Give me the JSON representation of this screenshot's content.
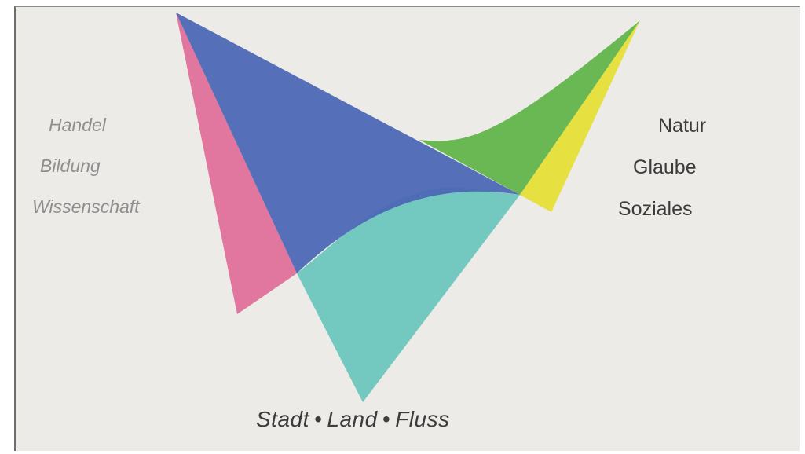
{
  "left_labels": [
    "Handel",
    "Bildung",
    "Wissenschaft"
  ],
  "right_labels": [
    "Natur",
    "Glaube",
    "Soziales"
  ],
  "bottom_label": "Stadt • Land • Fluss",
  "colors": {
    "background": "#ecebe7",
    "pink": "#e0709a",
    "blue": "#4e69b6",
    "teal": "#6dc6bd",
    "green": "#62b54c",
    "yellow": "#e6df38"
  }
}
